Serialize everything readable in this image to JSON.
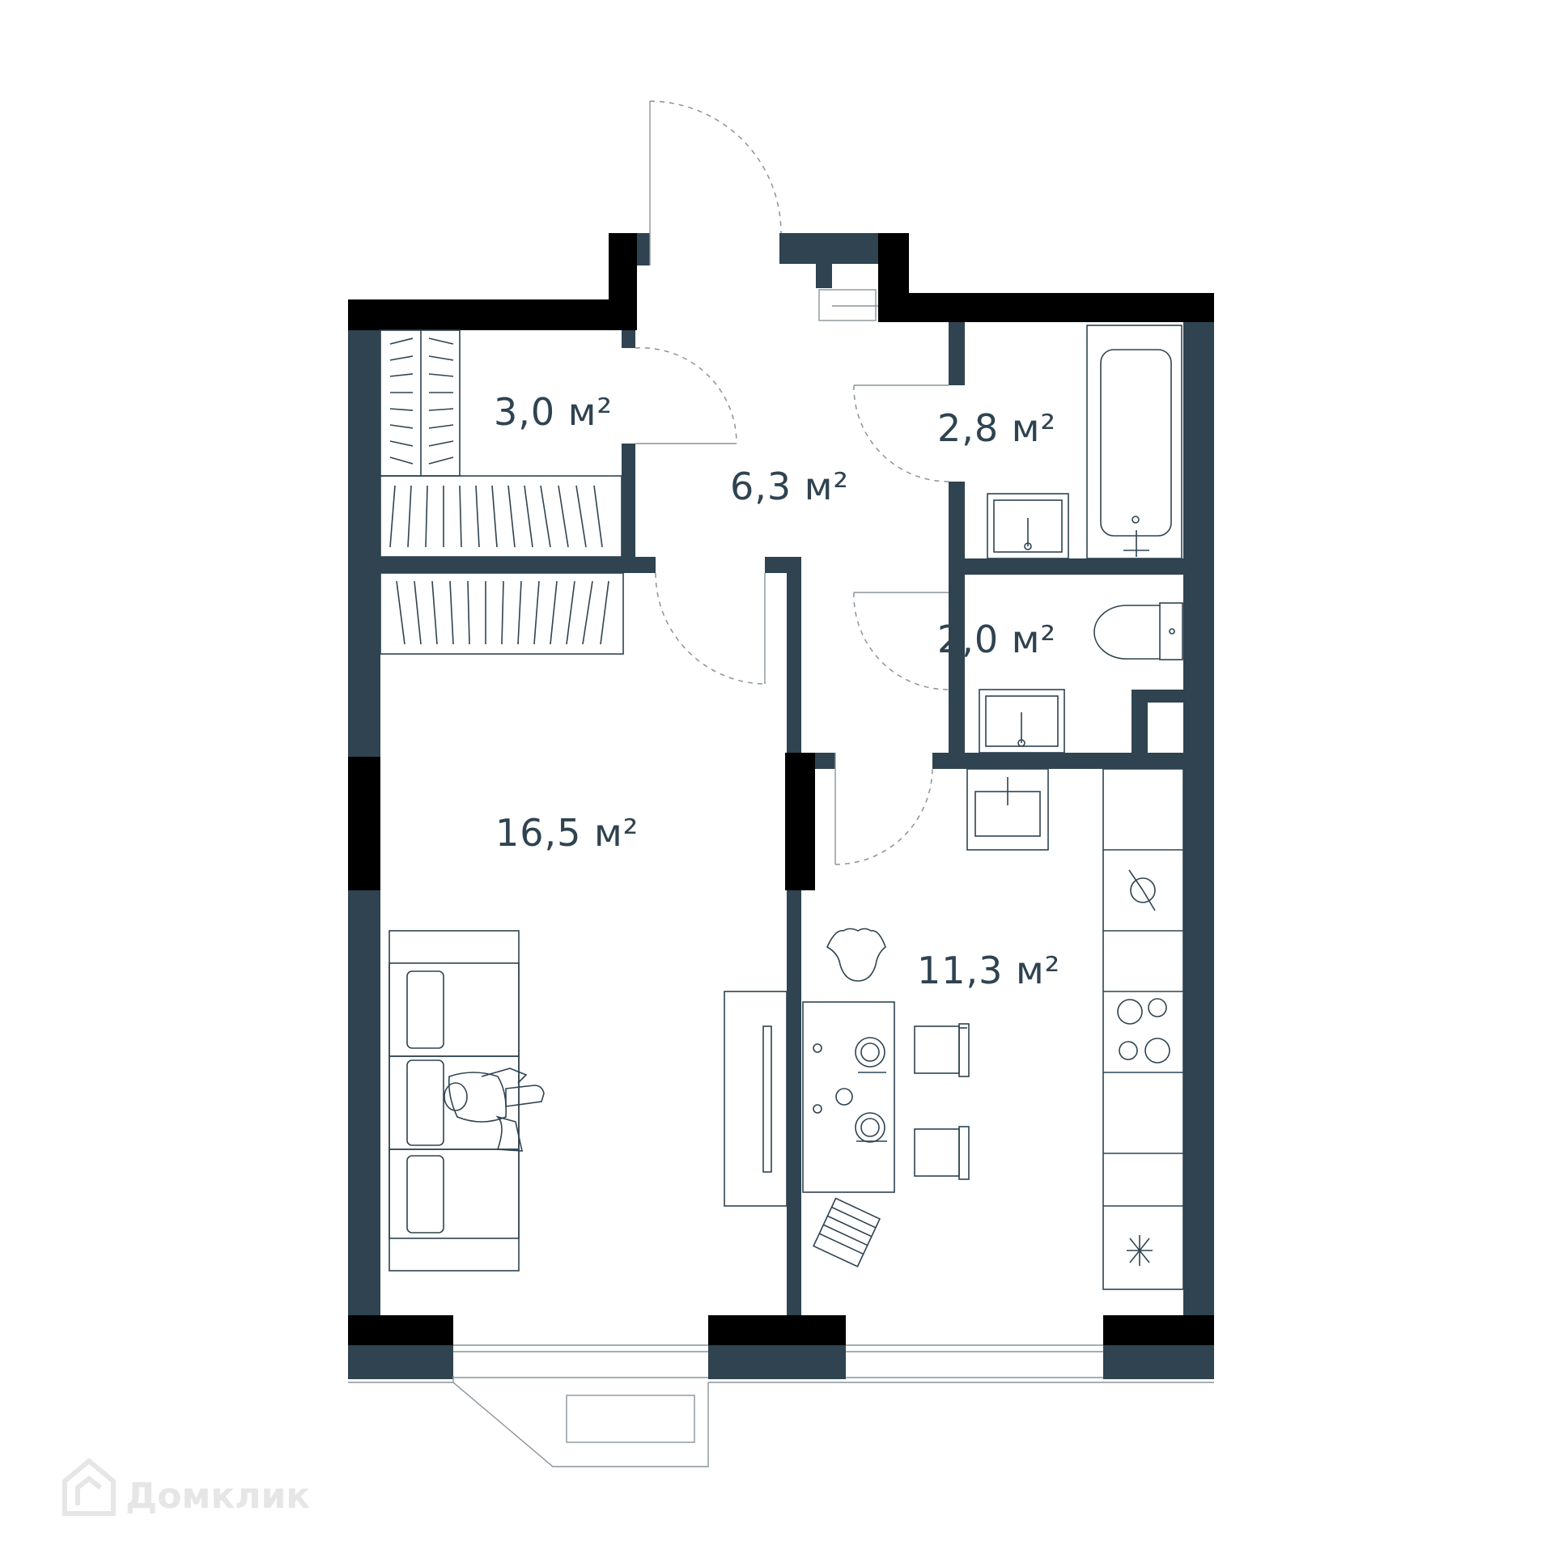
{
  "plan": {
    "rooms": [
      {
        "id": "wardrobe",
        "area": "3,0 м²"
      },
      {
        "id": "hallway",
        "area": "6,3 м²"
      },
      {
        "id": "bathroom",
        "area": "2,8 м²"
      },
      {
        "id": "toilet",
        "area": "2,0 м²"
      },
      {
        "id": "living",
        "area": "16,5 м²"
      },
      {
        "id": "kitchen",
        "area": "11,3 м²"
      }
    ]
  },
  "watermark": {
    "text": "Домклик",
    "icon": "house-logo-icon"
  },
  "colors": {
    "wall": "#2f4350",
    "wall_dark": "#000000",
    "fixture_line": "#2f4350",
    "door_arc": "#8a949a"
  }
}
